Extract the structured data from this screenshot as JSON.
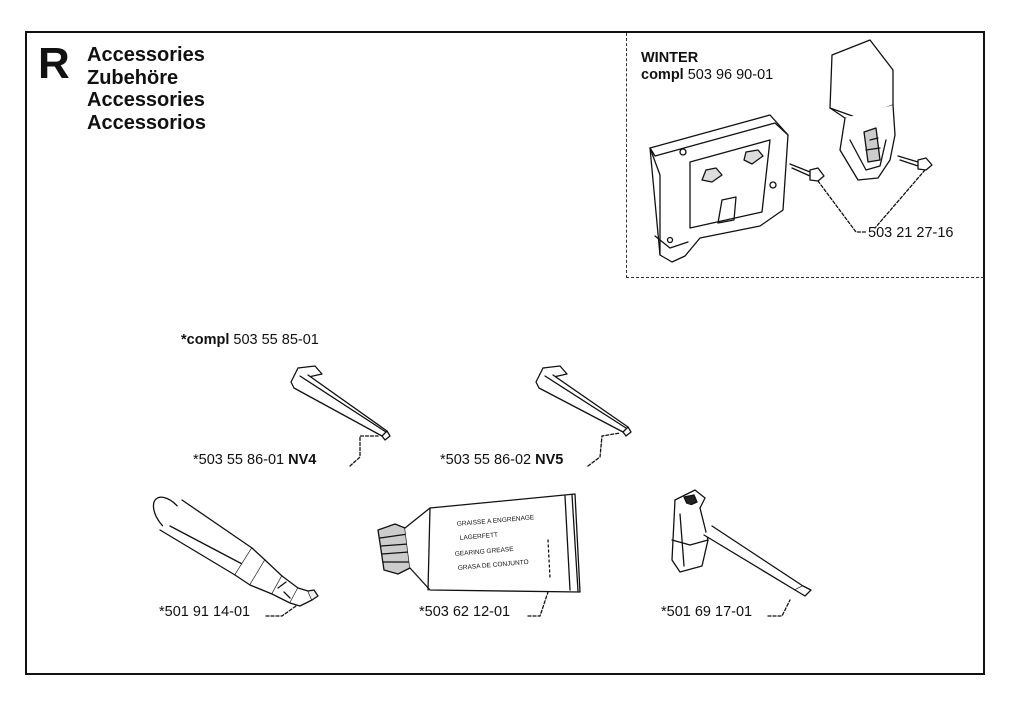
{
  "section_letter": "R",
  "titles": [
    "Accessories",
    "Zubehöre",
    "Accessories",
    "Accessorios"
  ],
  "winter": {
    "title": "WINTER",
    "compl_prefix": "compl",
    "compl_number": "503 96 90-01",
    "screw_part": "503 21 27-16"
  },
  "kit": {
    "prefix": "*compl",
    "number": "503 55 85-01"
  },
  "parts": {
    "hex_key_4": {
      "number": "*503 55 86-01",
      "size": "NV4"
    },
    "hex_key_5": {
      "number": "*503 55 86-02",
      "size": "NV5"
    },
    "grease_gun": {
      "number": "*501 91 14-01"
    },
    "grease_tube": {
      "number": "*503 62 12-01",
      "tube_text": [
        "GRAISSE A ENGRENAGE",
        "LAGERFETT",
        "GEARING GREASE",
        "GRASA DE CONJUNTO"
      ]
    },
    "combi_spanner": {
      "number": "*501 69 17-01"
    }
  }
}
